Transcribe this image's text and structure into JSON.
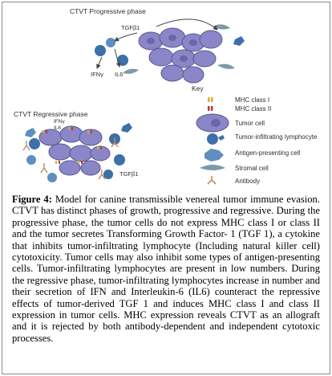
{
  "figure": {
    "progressive_label": "CTVT Progressive phase",
    "regressive_label": "CTVT Regressive phase",
    "tgfb1_top": "TGFβ1",
    "ifng_top": "IFNγ",
    "il6_top": "IL6",
    "ifng_bottom": "IFNγ",
    "il6_bottom": "IL6",
    "tgfb1_bottom": "TGFβ1",
    "key_title": "Key",
    "key_items": [
      "MHC class I",
      "MHC class II",
      "Tumor cell",
      "Tumor-infiltrating lymphocyte",
      "Antigen-presenting cell",
      "Stromal cell",
      "Antibody"
    ],
    "colors": {
      "tumor": "#8a86c8",
      "lymphocyte": "#3d6fa8",
      "apc": "#5f8fc0",
      "stromal": "#7c9aa6",
      "mhc1": "#d4b03a",
      "mhc2": "#b24030",
      "antibody": "#c08a5a",
      "arrow": "#444444"
    }
  },
  "caption": {
    "label": "Figure 4:",
    "text": " Model for canine transmissible venereal tumor immune evasion. CTVT has distinct phases of growth, progressive and regressive. During the progressive phase, the tumor cells do not express MHC class I or class II and the tumor secretes Transforming Growth Factor- 1 (TGF 1), a cytokine that inhibits tumor-infiltrating lymphocyte (Including natural killer cell) cytotoxicity. Tumor cells may also inhibit some types of antigen-presenting cells. Tumor-infiltrating lymphocytes are present in low numbers. During the regressive phase, tumor-infiltrating lymphocytes increase in number and their secretion of IFN and Interleukin-6 (IL6) counteract the repressive effects of tumor-derived TGF 1 and induces MHC class I and class II expression in tumor cells. MHC expression reveals CTVT as an allograft and it is rejected by both antibody-dependent and independent cytotoxic processes."
  }
}
